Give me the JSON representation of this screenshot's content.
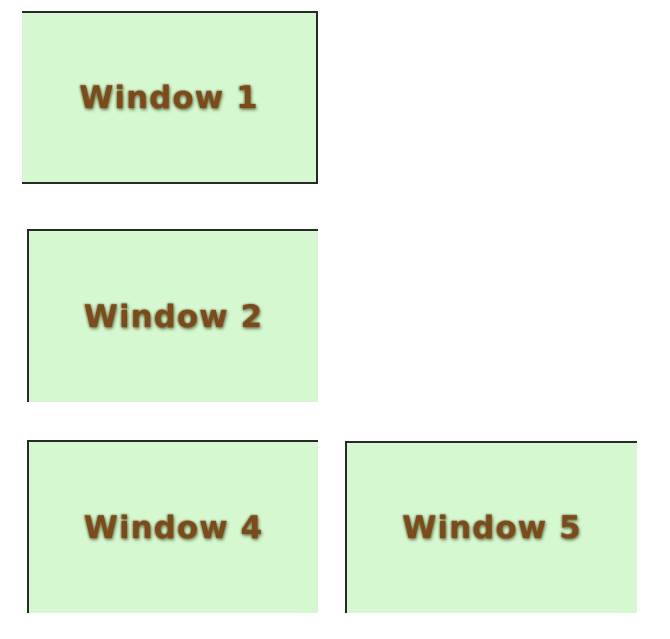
{
  "windows": [
    {
      "id": "window-1",
      "label": "Window 1"
    },
    {
      "id": "window-2",
      "label": "Window 2"
    },
    {
      "id": "window-4",
      "label": "Window 4"
    },
    {
      "id": "window-5",
      "label": "Window 5"
    }
  ],
  "colors": {
    "window_background": "#d6f8d0",
    "window_border": "#262b26",
    "label_text": "#7c4a1b",
    "page_background": "#ffffff"
  }
}
